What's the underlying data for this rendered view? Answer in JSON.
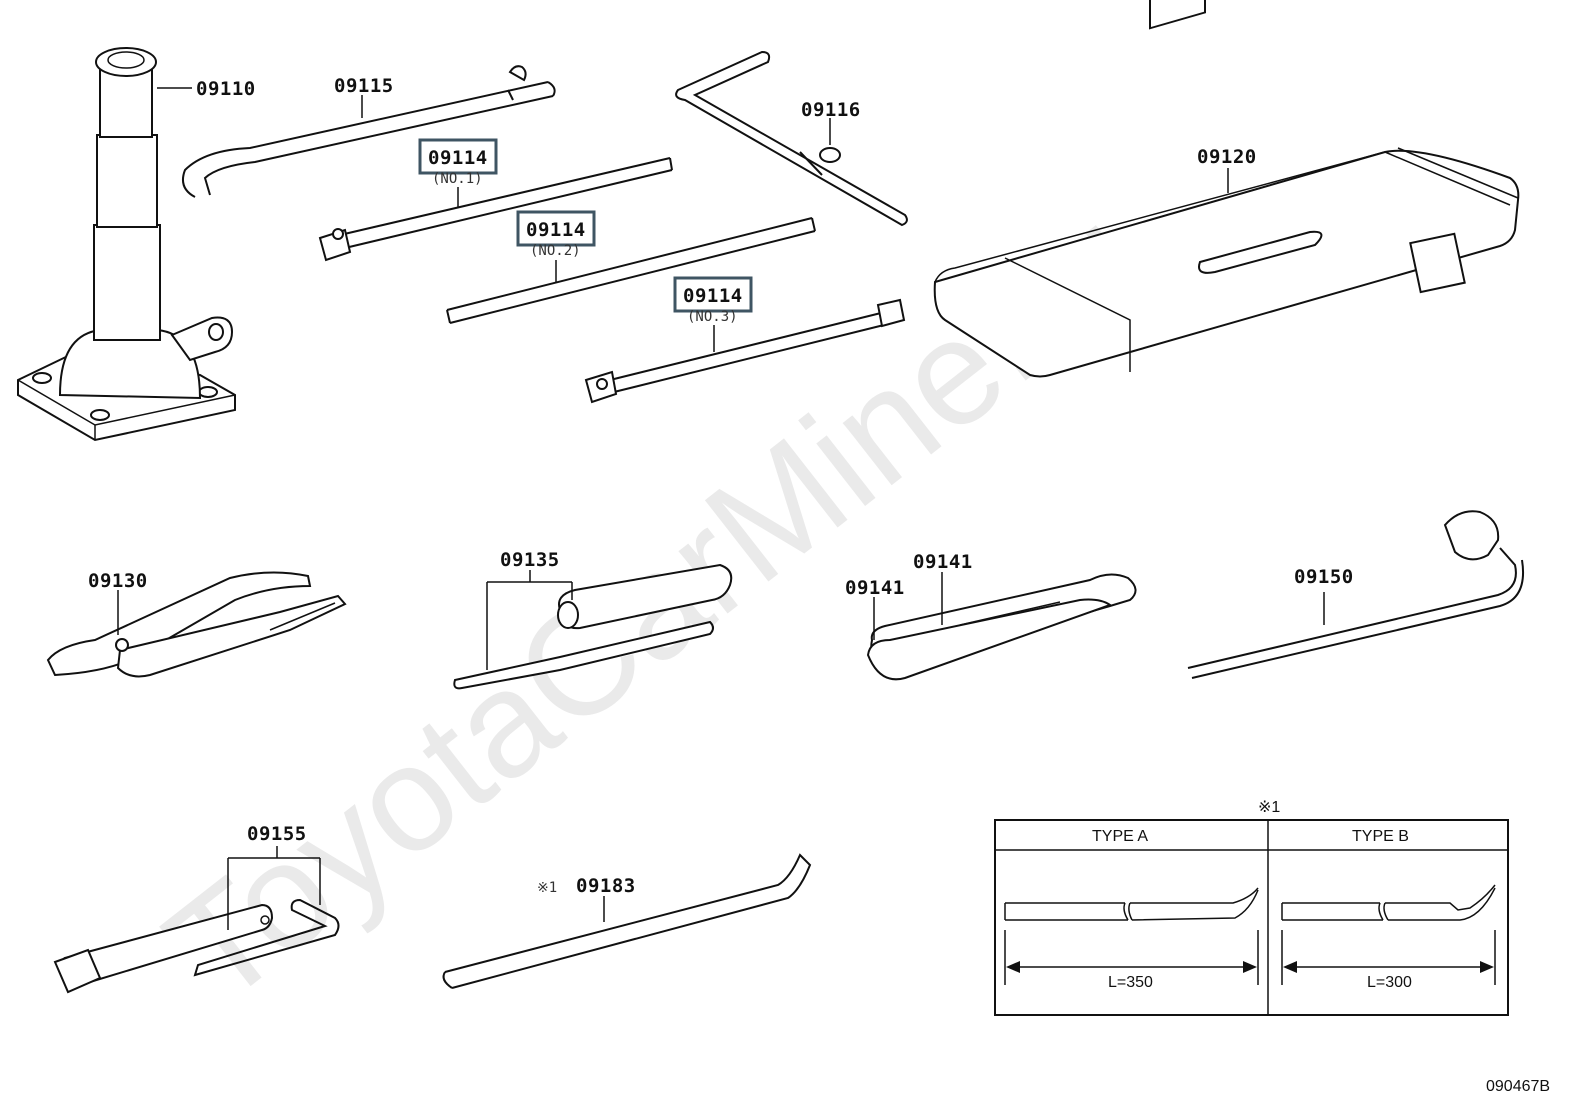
{
  "watermark": "ToyotaCarMine.ru",
  "callouts": {
    "jack": "09110",
    "jack_handle": "09115",
    "extension_no1": "09114",
    "extension_no1_sub": "(NO.1)",
    "extension_no2": "09114",
    "extension_no2_sub": "(NO.2)",
    "extension_no3": "09114",
    "extension_no3_sub": "(NO.3)",
    "crank_handle": "09116",
    "tool_bag": "09120",
    "pliers": "09130",
    "screwdriver": "09135",
    "wrench_a": "09141",
    "wrench_b": "09141",
    "wheel_wrench": "09150",
    "plug_wrench": "09155",
    "bar": "09183",
    "bar_note": "※1"
  },
  "type_table": {
    "note": "※1",
    "columns": [
      {
        "header": "TYPE A",
        "length": "L=350"
      },
      {
        "header": "TYPE B",
        "length": "L=300"
      }
    ]
  },
  "figure_code": "090467B",
  "colors": {
    "line": "#111111",
    "highlight_box": "#3f5563",
    "watermark": "#eaeaea"
  }
}
